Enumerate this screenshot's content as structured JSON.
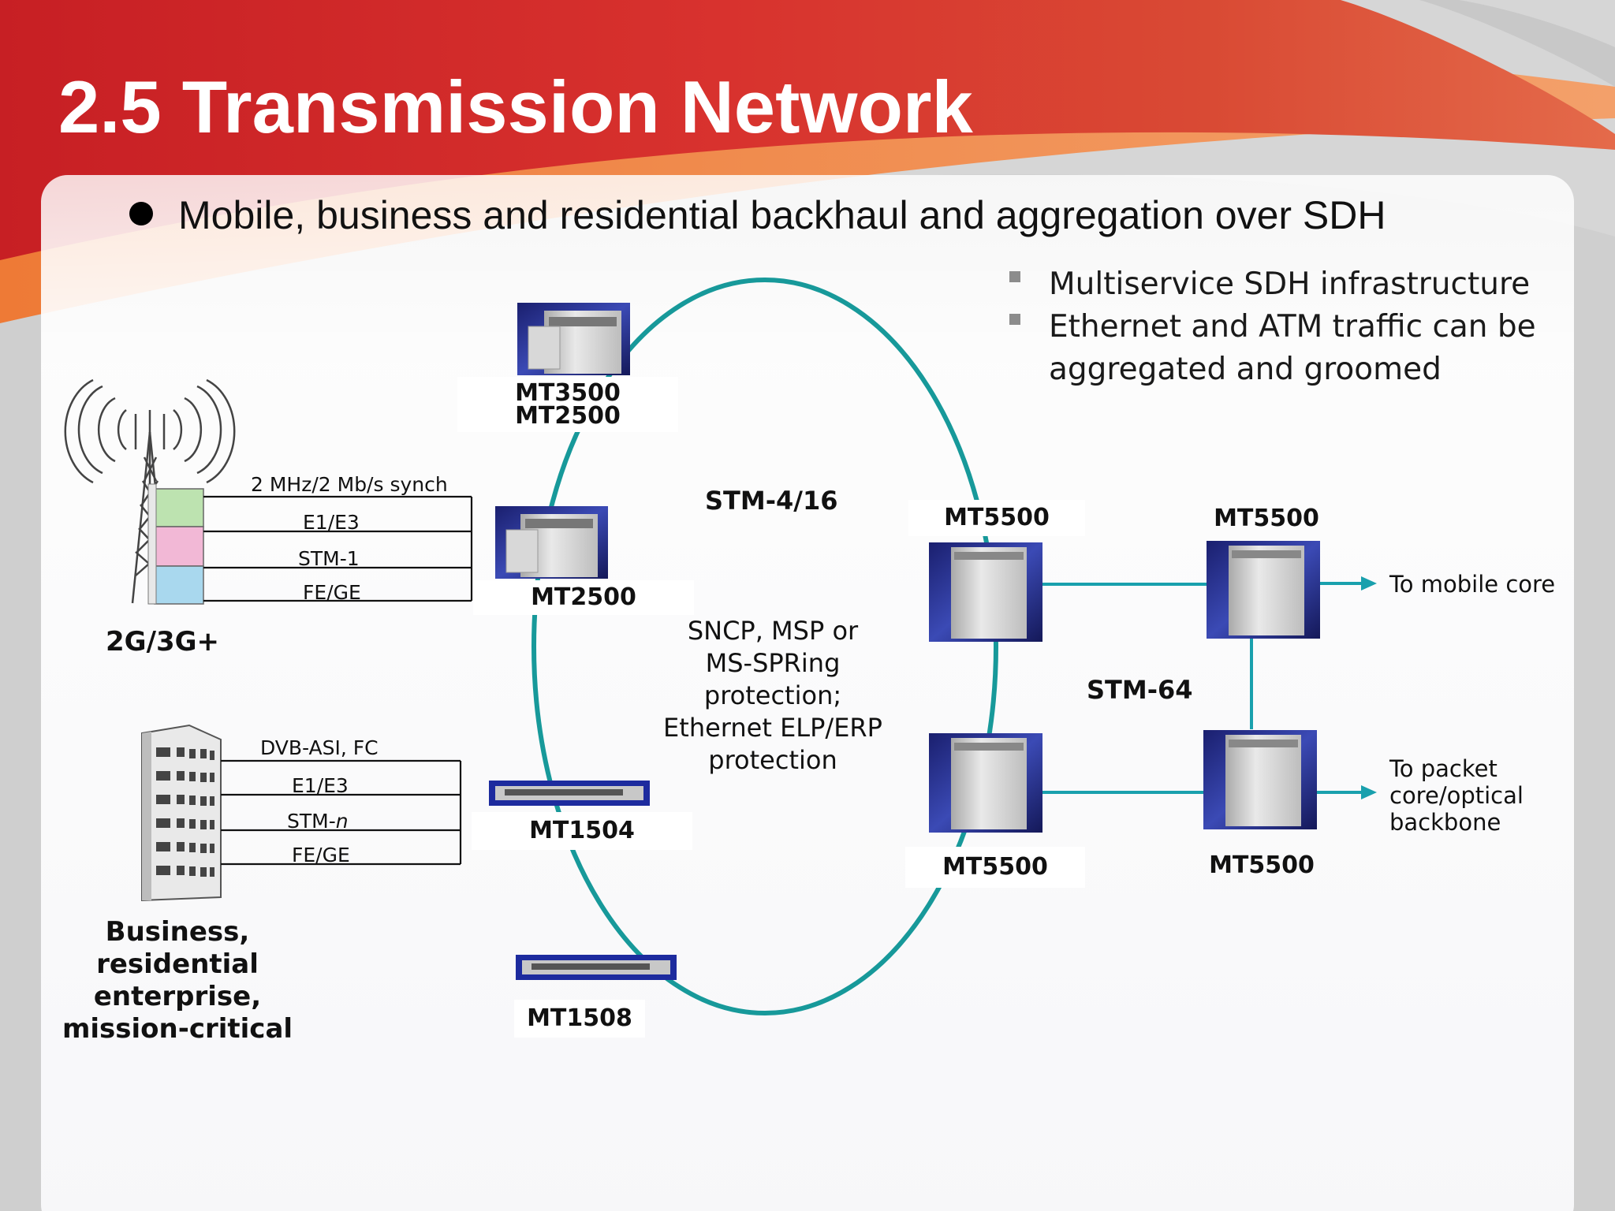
{
  "slide": {
    "title": "2.5 Transmission Network",
    "bullet": "Mobile, business and residential backhaul and aggregation over SDH",
    "sub_bullets": [
      {
        "line1": "Multiservice SDH infrastructure",
        "line2": ""
      },
      {
        "line1": "Ethernet and ATM traffic can be",
        "line2": "aggregated and groomed"
      }
    ]
  },
  "diagram": {
    "ring_label": "STM-4/16",
    "protection": [
      "SNCP, MSP or",
      "MS-SPRing",
      "protection;",
      "Ethernet ELP/ERP",
      "protection"
    ],
    "core_label": "STM-64",
    "devices": {
      "mt3500": "MT3500",
      "mt2500_top": "MT2500",
      "mt2500": "MT2500",
      "mt1504": "MT1504",
      "mt1508": "MT1508",
      "mt5500_a": "MT5500",
      "mt5500_b": "MT5500",
      "mt5500_c": "MT5500",
      "mt5500_d": "MT5500"
    },
    "mobile": {
      "name": "2G/3G+",
      "links": [
        "2 MHz/2 Mb/s synch",
        "E1/E3",
        "STM-1",
        "FE/GE"
      ]
    },
    "business": {
      "name": [
        "Business,",
        "residential",
        "enterprise,",
        "mission-critical"
      ],
      "links": [
        "DVB-ASI, FC",
        "E1/E3",
        "STM-",
        "FE/GE"
      ],
      "stm_suffix": "n"
    },
    "outputs": {
      "mobile_core": "To mobile core",
      "packet_core": [
        "To packet",
        "core/optical",
        "backbone"
      ]
    },
    "colors": {
      "ring": "#17999a",
      "core_links": "#19a0ad",
      "header_red": "#d42b2b"
    }
  }
}
